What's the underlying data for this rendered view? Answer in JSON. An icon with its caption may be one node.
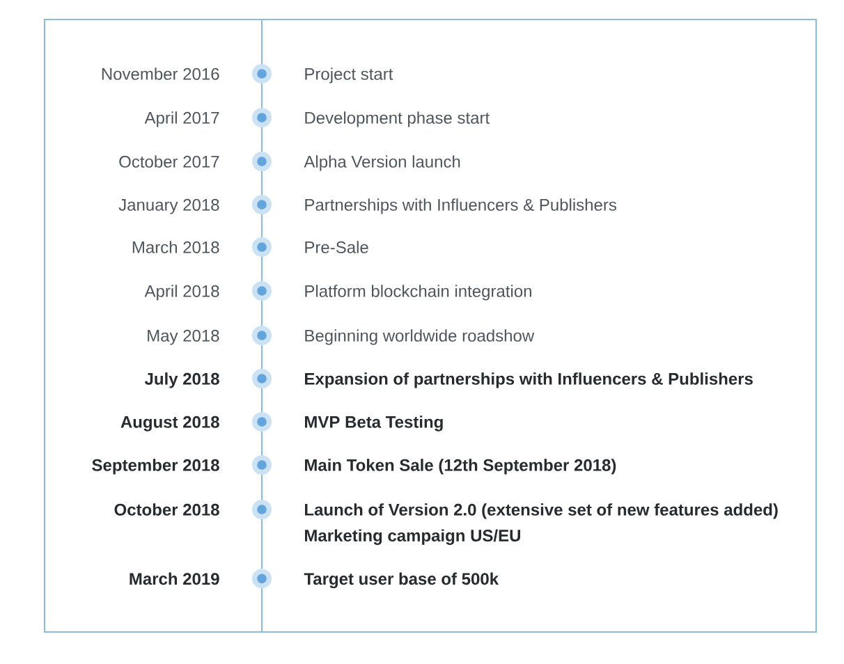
{
  "diagram": {
    "nodes": [
      {
        "text": [],
        "shape": "box"
      },
      {
        "text": [],
        "shape": "circle",
        "in": 0,
        "beside": [
          "November 2016",
          "Project start"
        ]
      },
      {
        "text": [],
        "shape": "circle",
        "in": 0,
        "beside": [
          "April 2017",
          "Development phase start"
        ]
      },
      {
        "text": [],
        "shape": "circle",
        "in": 0,
        "beside": [
          "October 2017",
          "Alpha Version launch"
        ]
      },
      {
        "text": [],
        "shape": "circle",
        "in": 0,
        "beside": [
          "January 2018",
          "Partnerships with Influencers & Publishers"
        ]
      },
      {
        "text": [],
        "shape": "circle",
        "in": 0,
        "beside": [
          "March 2018",
          "Pre-Sale"
        ]
      },
      {
        "text": [],
        "shape": "circle",
        "in": 0,
        "beside": [
          "April 2018",
          "Platform blockchain integration"
        ]
      },
      {
        "text": [],
        "shape": "circle",
        "in": 0,
        "beside": [
          "May 2018",
          "Beginning worldwide roadshow"
        ]
      },
      {
        "text": [],
        "shape": "circle",
        "in": 0,
        "beside": [
          "July 2018",
          "Expansion of partnerships with Influencers & Publishers"
        ]
      },
      {
        "text": [],
        "shape": "circle",
        "in": 0,
        "beside": [
          "August 2018",
          "MVP Beta Testing"
        ]
      },
      {
        "text": [],
        "shape": "circle",
        "in": 0,
        "beside": [
          "September 2018",
          "Main Token Sale (12th September 2018)"
        ]
      },
      {
        "text": [],
        "shape": "circle",
        "in": 0,
        "beside": [
          "October 2018",
          "Launch of Version 2.0 (extensive set of new features added)",
          "Marketing campaign US/EU"
        ]
      },
      {
        "text": [],
        "shape": "circle",
        "in": 0,
        "beside": [
          "March 2019",
          "Target user base of 500k"
        ]
      }
    ],
    "edges": [
      {
        "from": 0,
        "to": 1,
        "arrow": "none"
      },
      {
        "from": 1,
        "to": 2,
        "arrow": "none"
      },
      {
        "from": 2,
        "to": 3,
        "arrow": "none"
      },
      {
        "from": 3,
        "to": 4,
        "arrow": "none"
      },
      {
        "from": 4,
        "to": 5,
        "arrow": "none"
      },
      {
        "from": 5,
        "to": 6,
        "arrow": "none"
      },
      {
        "from": 6,
        "to": 7,
        "arrow": "none"
      },
      {
        "from": 7,
        "to": 8,
        "arrow": "none"
      },
      {
        "from": 8,
        "to": 9,
        "arrow": "none"
      },
      {
        "from": 9,
        "to": 10,
        "arrow": "none"
      },
      {
        "from": 10,
        "to": 11,
        "arrow": "none"
      },
      {
        "from": 11,
        "to": 12,
        "arrow": "none"
      },
      {
        "from": 12,
        "to": 0,
        "arrow": "none"
      }
    ]
  }
}
